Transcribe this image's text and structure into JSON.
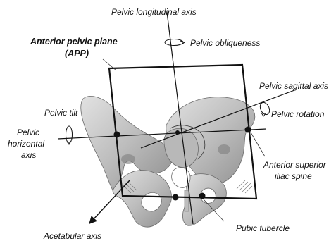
{
  "labels": {
    "longitudinal_axis": "Pelvic longitudinal axis",
    "obliqueness": "Pelvic obliqueness",
    "app_line1": "Anterior pelvic plane",
    "app_line2": "(APP)",
    "sagittal_axis": "Pelvic sagittal axis",
    "rotation": "Pelvic rotation",
    "tilt": "Pelvic tilt",
    "horizontal_axis_line1": "Pelvic",
    "horizontal_axis_line2": "horizontal",
    "horizontal_axis_line3": "axis",
    "asis_line1": "Anterior superior",
    "asis_line2": "iliac spine",
    "acetabular_axis": "Acetabular axis",
    "pubic_tubercle": "Pubic tubercle"
  },
  "colors": {
    "bone_fill": "#cfcfcf",
    "bone_shadow": "#8e8e8e",
    "line": "#111111"
  }
}
